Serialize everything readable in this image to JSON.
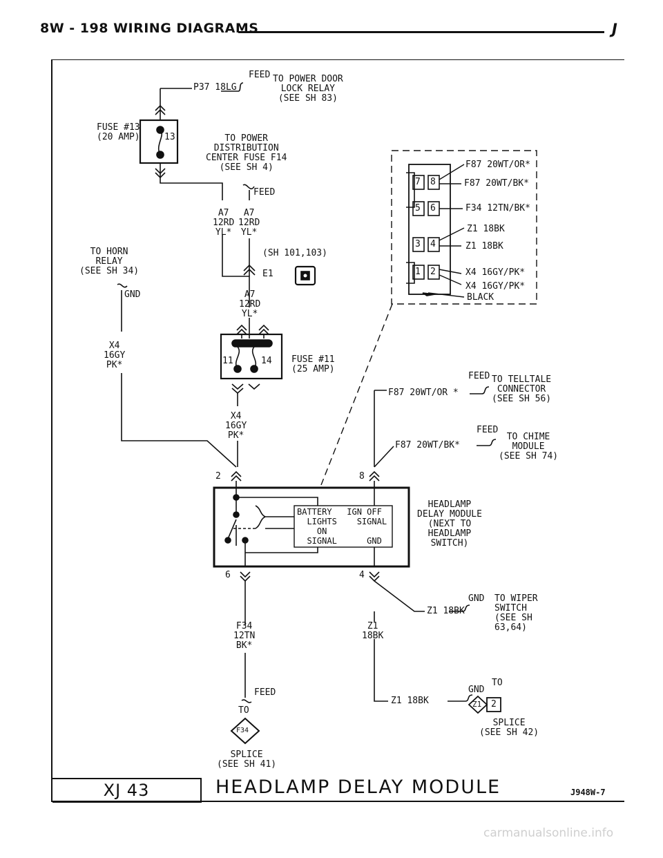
{
  "header": {
    "left": "8W - 198  WIRING DIAGRAMS",
    "right": "J"
  },
  "fuse13": {
    "label": "FUSE #13\n(20 AMP)",
    "pin": "13",
    "circuit": "P37 18LG",
    "feed": "FEED",
    "dest": "TO POWER DOOR\nLOCK RELAY\n(SEE SH 83)"
  },
  "pdc": {
    "note": "TO POWER\nDISTRIBUTION\nCENTER FUSE F14\n(SEE SH 4)",
    "feed": "FEED"
  },
  "a7_left": "A7\n12RD\nYL*",
  "a7_mid": "A7\n12RD\nYL*",
  "a7_low": "A7\n12RD\nYL*",
  "sh_ref": "(SH 101,103)",
  "e1": "E1",
  "horn": {
    "note": "TO HORN\nRELAY\n(SEE SH 34)",
    "gnd": "GND"
  },
  "x4_left": "X4\n16GY\nPK*",
  "x4_center": "X4\n16GY\nPK*",
  "fuse11": {
    "label": "FUSE #11\n(25 AMP)",
    "pin_left": "11",
    "pin_right": "14"
  },
  "connector": {
    "pins": [
      "7",
      "8",
      "5",
      "6",
      "3",
      "4",
      "1",
      "2"
    ],
    "wires": [
      "F87 20WT/OR*",
      "F87 20WT/BK*",
      "F34 12TN/BK*",
      "Z1 18BK",
      "Z1 18BK",
      "X4 16GY/PK*",
      "X4 16GY/PK*",
      "BLACK"
    ]
  },
  "telltale": {
    "feed": "FEED",
    "circuit": "F87 20WT/OR *",
    "dest": "TO TELLTALE\nCONNECTOR\n(SEE SH 56)"
  },
  "chime": {
    "feed": "FEED",
    "circuit": "F87 20WT/BK*",
    "dest": "TO CHIME\nMODULE\n(SEE SH 74)"
  },
  "module": {
    "pin2": "2",
    "pin8": "8",
    "pin6": "6",
    "pin4": "4",
    "inner": "BATTERY   IGN OFF\n  LIGHTS    SIGNAL\n    ON\n  SIGNAL      GND",
    "label": "HEADLAMP\nDELAY MODULE\n(NEXT TO\nHEADLAMP\nSWITCH)"
  },
  "f34": "F34\n12TN\nBK*",
  "z1_18bk": "Z1\n18BK",
  "wiper": {
    "gnd": "GND",
    "circuit": "Z1 18BK",
    "dest": "TO WIPER\nSWITCH\n(SEE SH\n63,64)"
  },
  "splice_z1": {
    "to": "TO",
    "gnd": "GND",
    "circuit": "Z1 18BK",
    "tag": "Z1",
    "tag_num": "2",
    "note": "SPLICE\n(SEE SH 42)"
  },
  "splice_f34": {
    "feed": "FEED",
    "to": "TO",
    "tag": "F34",
    "note": "SPLICE\n(SEE SH 41)"
  },
  "footer": {
    "page_tag": "XJ 43",
    "title": "HEADLAMP DELAY MODULE",
    "code": "J948W-7",
    "site": "carmanualsonline.info"
  }
}
